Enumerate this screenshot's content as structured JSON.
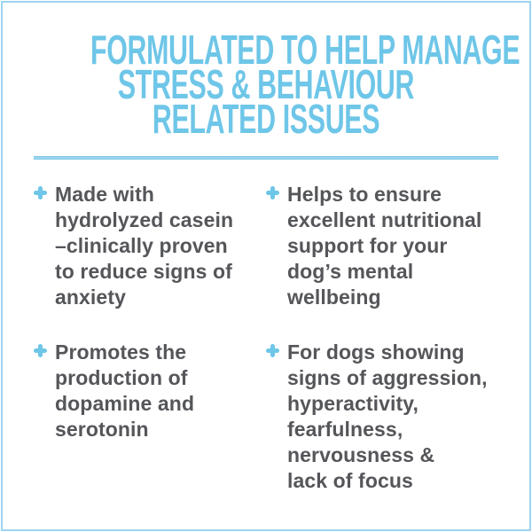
{
  "page": {
    "background_color": "#ffffff",
    "border_color": "#9cd5ee",
    "accent_color": "#6ec6e8",
    "text_color": "#55565a",
    "divider_color": "#7ec9e8"
  },
  "header": {
    "title_lines": [
      "FORMULATED TO HELP MANAGE",
      "STRESS & BEHAVIOUR",
      "RELATED ISSUES"
    ]
  },
  "bullets": {
    "left": [
      {
        "icon": "plus-icon",
        "text": "Made with\nhydrolyzed casein\n–clinically proven\nto reduce signs of\nanxiety"
      },
      {
        "icon": "plus-icon",
        "text": "Promotes the\nproduction of\ndopamine and\nserotonin"
      }
    ],
    "right": [
      {
        "icon": "plus-icon",
        "text": "Helps to ensure\nexcellent nutritional\nsupport for your\ndog’s mental\nwellbeing"
      },
      {
        "icon": "plus-icon",
        "text": "For dogs showing\nsigns of aggression,\nhyperactivity,\nfearfulness,\nnervousness &\nlack of focus"
      }
    ]
  }
}
